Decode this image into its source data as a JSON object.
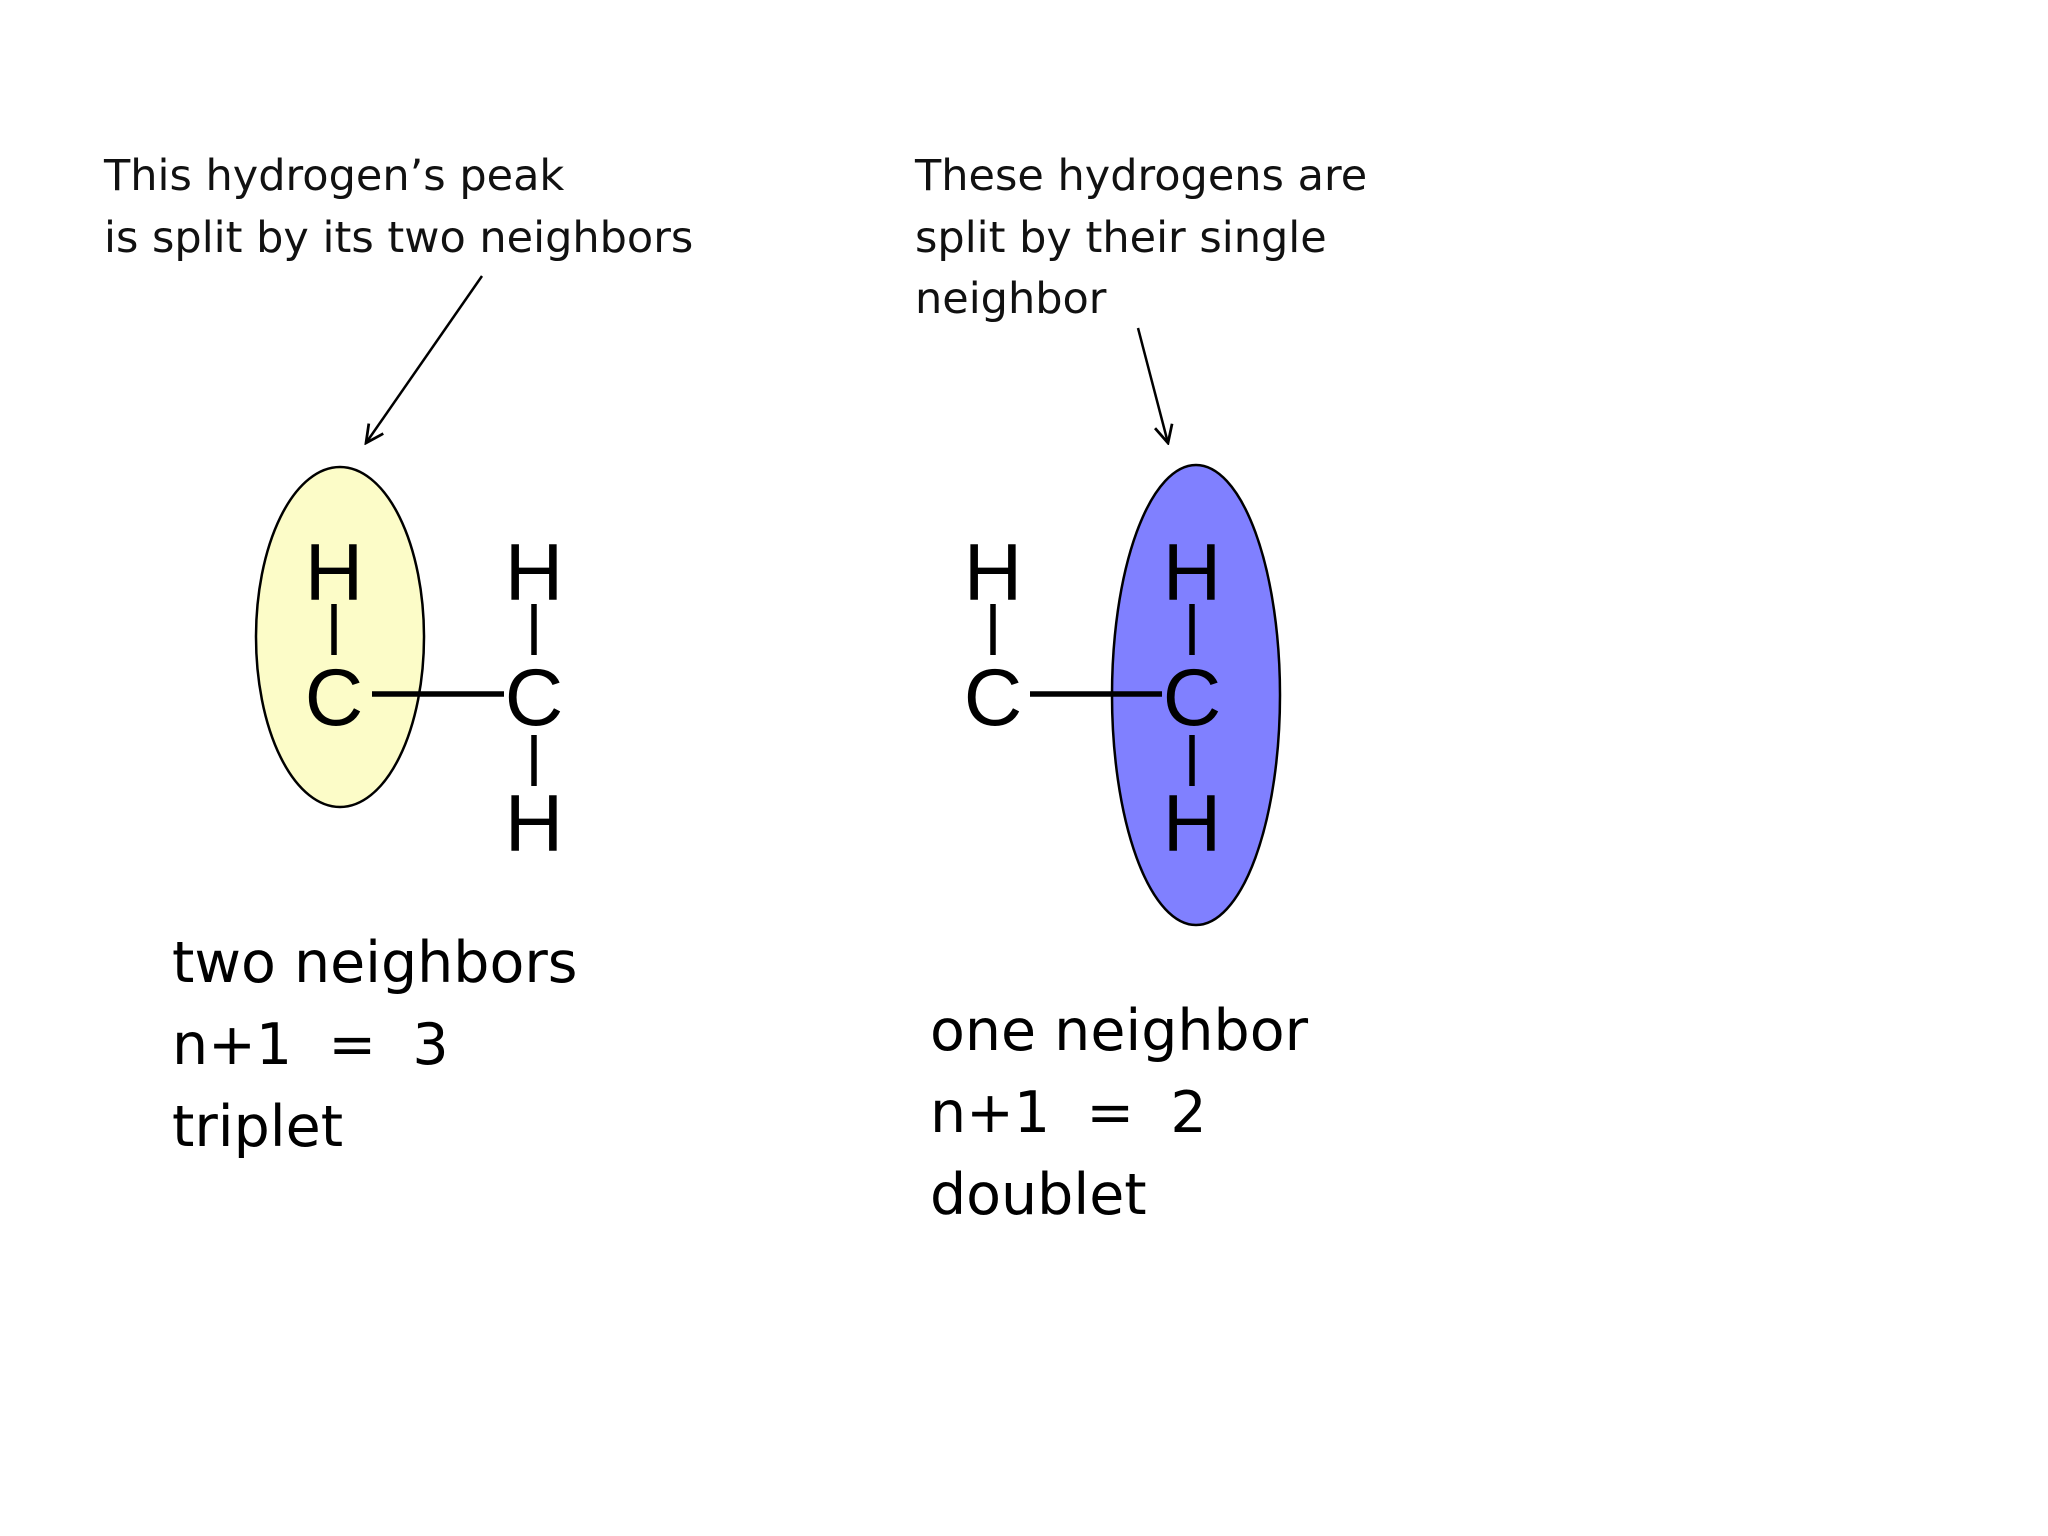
{
  "left_panel": {
    "caption_lines": [
      "This hydrogen’s peak",
      "is split by its two neighbors"
    ],
    "highlight_color": "#fcfcc8",
    "molecule": {
      "top_left_h": "H",
      "left_c": "C",
      "top_right_h": "H",
      "right_c": "C",
      "bottom_right_h": "H"
    },
    "neighbors_text": "two neighbors",
    "formula_text": "n+1  =  3",
    "multiplicity_text": "triplet"
  },
  "right_panel": {
    "caption_lines": [
      "These hydrogens are",
      "split by their single",
      "neighbor"
    ],
    "highlight_color": "#8080ff",
    "molecule": {
      "top_left_h": "H",
      "left_c": "C",
      "top_right_h": "H",
      "right_c": "C",
      "bottom_right_h": "H"
    },
    "neighbors_text": "one neighbor",
    "formula_text": "n+1  =  2",
    "multiplicity_text": "doublet"
  },
  "colors": {
    "multiplicity": "#c0504d",
    "text": "#000000"
  }
}
